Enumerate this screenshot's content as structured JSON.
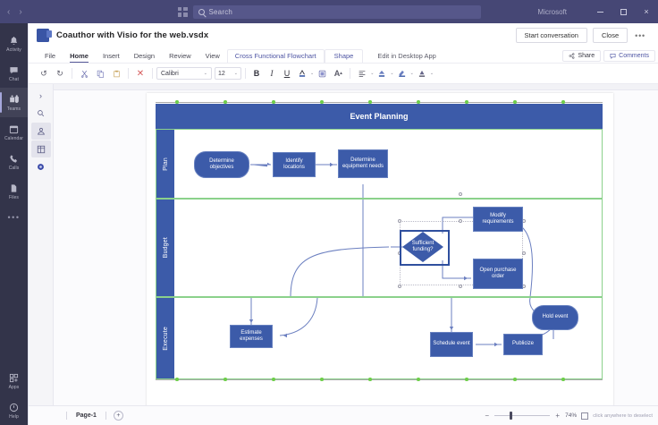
{
  "titlebar": {
    "search_placeholder": "Search",
    "account": "Microsoft",
    "grid_icon": "app-grid-icon",
    "back_icon": "back-arrow-icon",
    "forward_icon": "forward-arrow-icon",
    "minimize": "–",
    "maximize": "□",
    "close": "×"
  },
  "rail": {
    "items": [
      {
        "label": "Activity",
        "icon": "bell-icon",
        "active": false
      },
      {
        "label": "Chat",
        "icon": "chat-icon",
        "active": false
      },
      {
        "label": "Teams",
        "icon": "teams-icon",
        "active": true
      },
      {
        "label": "Calendar",
        "icon": "calendar-icon",
        "active": false
      },
      {
        "label": "Calls",
        "icon": "phone-icon",
        "active": false
      },
      {
        "label": "Files",
        "icon": "files-icon",
        "active": false
      }
    ],
    "more": "•••",
    "bottom": [
      {
        "label": "Apps",
        "icon": "apps-icon"
      },
      {
        "label": "Help",
        "icon": "help-icon"
      }
    ]
  },
  "doc": {
    "title": "Coauthor with Visio for the web.vsdx",
    "app_icon": "visio-file-icon",
    "start_conversation": "Start conversation",
    "close": "Close",
    "overflow": "•••"
  },
  "ribbon": {
    "tabs": [
      {
        "label": "File",
        "state": "normal"
      },
      {
        "label": "Home",
        "state": "selected"
      },
      {
        "label": "Insert",
        "state": "normal"
      },
      {
        "label": "Design",
        "state": "normal"
      },
      {
        "label": "Review",
        "state": "normal"
      },
      {
        "label": "View",
        "state": "normal"
      },
      {
        "label": "Cross Functional Flowchart",
        "state": "contextual"
      },
      {
        "label": "Shape",
        "state": "contextual"
      },
      {
        "label": "Edit in Desktop App",
        "state": "link"
      }
    ],
    "share": "Share",
    "comments": "Comments",
    "share_icon": "share-icon",
    "comments_icon": "comment-icon"
  },
  "toolbar": {
    "undo_icon": "undo-icon",
    "redo_icon": "redo-icon",
    "cut_icon": "scissors-icon",
    "copy_icon": "copy-icon",
    "paste_icon": "paste-icon",
    "delete_icon": "delete-x-icon",
    "font_name": "Calibri",
    "font_size": "12",
    "bold": "B",
    "italic": "I",
    "underline": "U",
    "font_color_icon": "font-color-icon",
    "highlight_icon": "highlight-icon",
    "grow_font": "A",
    "align_icon": "align-icon",
    "fill_icon": "fill-color-icon",
    "line_icon": "line-color-icon",
    "shadow_icon": "shape-effects-icon",
    "caret": "⌄"
  },
  "sidepanel": {
    "items": [
      {
        "icon": "expand-chevron-icon",
        "label": "Expand",
        "on": false
      },
      {
        "icon": "search-shapes-icon",
        "label": "Search shapes",
        "on": false
      },
      {
        "icon": "shapes-person-icon",
        "label": "Shapes",
        "on": true
      },
      {
        "icon": "stencil-grid-icon",
        "label": "Stencils",
        "on": true
      },
      {
        "icon": "presence-dot-icon",
        "label": "Presence",
        "on": false
      }
    ]
  },
  "diagram": {
    "title": "Event Planning",
    "lanes": [
      {
        "name": "Plan",
        "nodes": [
          {
            "label": "Determine objectives",
            "shape": "rounded",
            "selected": false
          },
          {
            "label": "Identify locations",
            "shape": "rect",
            "selected": false
          },
          {
            "label": "Determine equipment needs",
            "shape": "rect",
            "selected": false
          }
        ]
      },
      {
        "name": "Budget",
        "nodes": [
          {
            "label": "Sufficient funding?",
            "shape": "diamond",
            "selected": true
          },
          {
            "label": "Modify requirements",
            "shape": "rect",
            "selected": false
          },
          {
            "label": "Open purchase order",
            "shape": "rect",
            "selected": false
          }
        ]
      },
      {
        "name": "Execute",
        "nodes": [
          {
            "label": "Estimate expenses",
            "shape": "rect",
            "selected": false
          },
          {
            "label": "Schedule event",
            "shape": "rect",
            "selected": false
          },
          {
            "label": "Publicize",
            "shape": "rect",
            "selected": false
          },
          {
            "label": "Hold event",
            "shape": "rounded",
            "selected": false
          }
        ]
      }
    ],
    "colors": {
      "shape_fill": "#3c5ba9",
      "lane_border": "#8bd18b",
      "selection": "#2f4f9e",
      "handle": "#6ece4a"
    }
  },
  "footer": {
    "page_tab": "Page-1",
    "add_page": "+",
    "zoom_out": "−",
    "zoom_in": "+",
    "fit_icon": "fit-page-icon",
    "zoom_percent": "74%",
    "hint": "click anywhere to deselect"
  }
}
